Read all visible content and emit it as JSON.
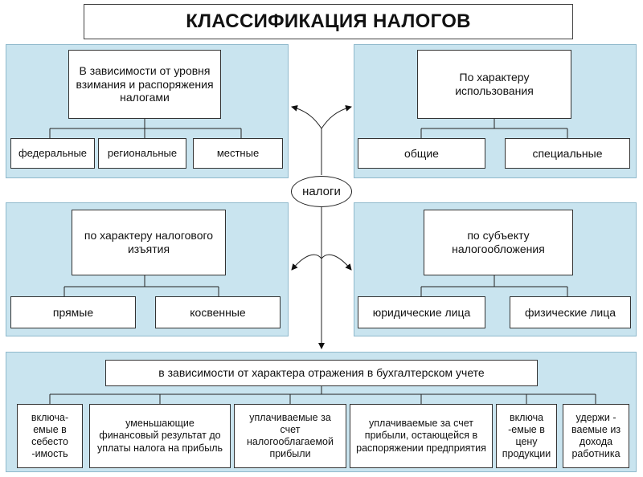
{
  "title": "КЛАССИФИКАЦИЯ НАЛОГОВ",
  "center": "налоги",
  "groups": {
    "level": {
      "heading": "В зависимости от уровня взимания и распоряжения налогами",
      "items": [
        "федеральные",
        "региональные",
        "местные"
      ]
    },
    "usage": {
      "heading": "По характеру использования",
      "items": [
        "общие",
        "специальные"
      ]
    },
    "withdrawal": {
      "heading": "по характеру налогового изъятия",
      "items": [
        "прямые",
        "косвенные"
      ]
    },
    "subject": {
      "heading": "по субъекту налогообложения",
      "items": [
        "юридические лица",
        "физические лица"
      ]
    },
    "accounting": {
      "heading": "в зависимости от характера отражения в бухгалтерском учете",
      "items": [
        "включа-емые в себесто -имость",
        "уменьшающие финансовый результат до уплаты налога на прибыль",
        "уплачиваемые за счет налогооблагаемой прибыли",
        "уплачиваемые за счет прибыли, остающейся в распоряжении предприятия",
        "включа -емые в цену продукции",
        "удержи - ваемые из дохода работника"
      ]
    }
  }
}
